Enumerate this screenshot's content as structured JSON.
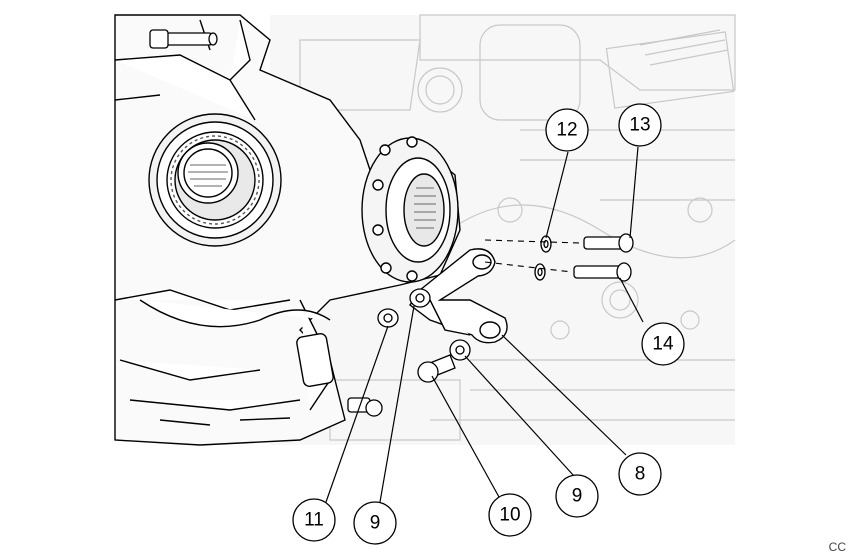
{
  "diagram": {
    "callouts": {
      "c8": "8",
      "c9a": "9",
      "c9b": "9",
      "c10": "10",
      "c11": "11",
      "c12": "12",
      "c13": "13",
      "c14": "14"
    },
    "corner_mark": "CC",
    "colors": {
      "line": "#000000",
      "ghost": "#cfcfcf",
      "ghost_dark": "#9a9a9a"
    }
  }
}
